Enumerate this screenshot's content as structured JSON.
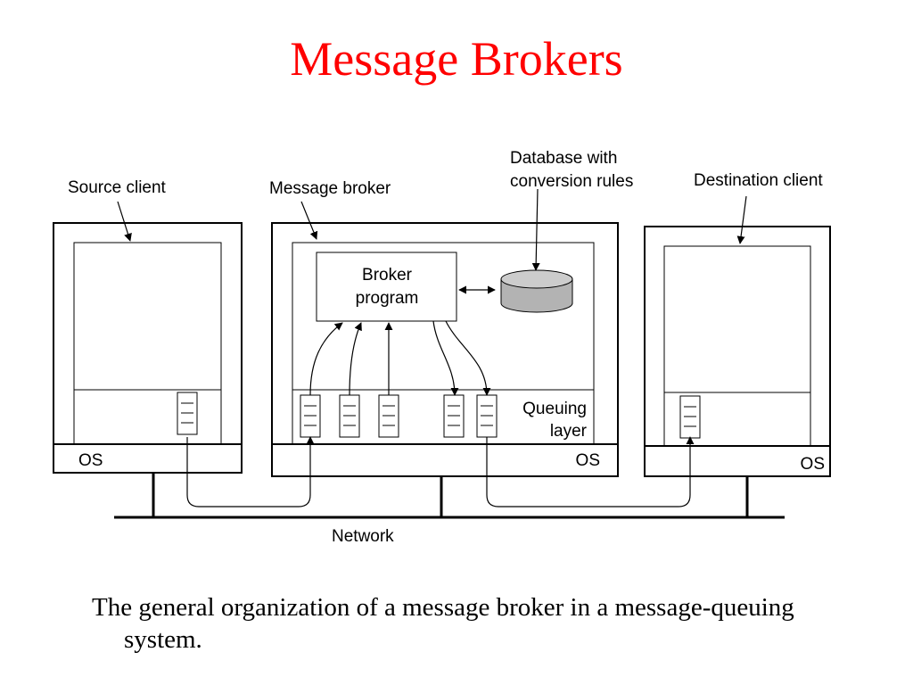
{
  "title": "Message Brokers",
  "caption": "The general organization of a message broker in a message-queuing system.",
  "labels": {
    "source_client": "Source client",
    "message_broker": "Message broker",
    "database_line1": "Database with",
    "database_line2": "conversion rules",
    "destination_client": "Destination client",
    "broker_program_line1": "Broker",
    "broker_program_line2": "program",
    "queuing_line1": "Queuing",
    "queuing_line2": "layer",
    "os": "OS",
    "network": "Network"
  },
  "colors": {
    "title": "#ff0000",
    "database_fill": "#b3b3b3"
  }
}
